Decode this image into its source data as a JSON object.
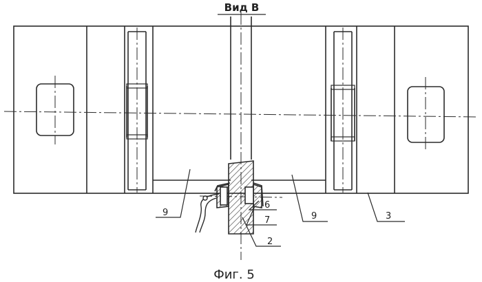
{
  "view_title": "Вид В",
  "figure_caption": "Фиг. 5",
  "labels": {
    "left_part": "9",
    "center_part": "9",
    "right_part": "3",
    "part_6": "6",
    "part_7": "7",
    "part_2": "2"
  },
  "colors": {
    "line": "#2a2a2a",
    "background": "#ffffff"
  }
}
